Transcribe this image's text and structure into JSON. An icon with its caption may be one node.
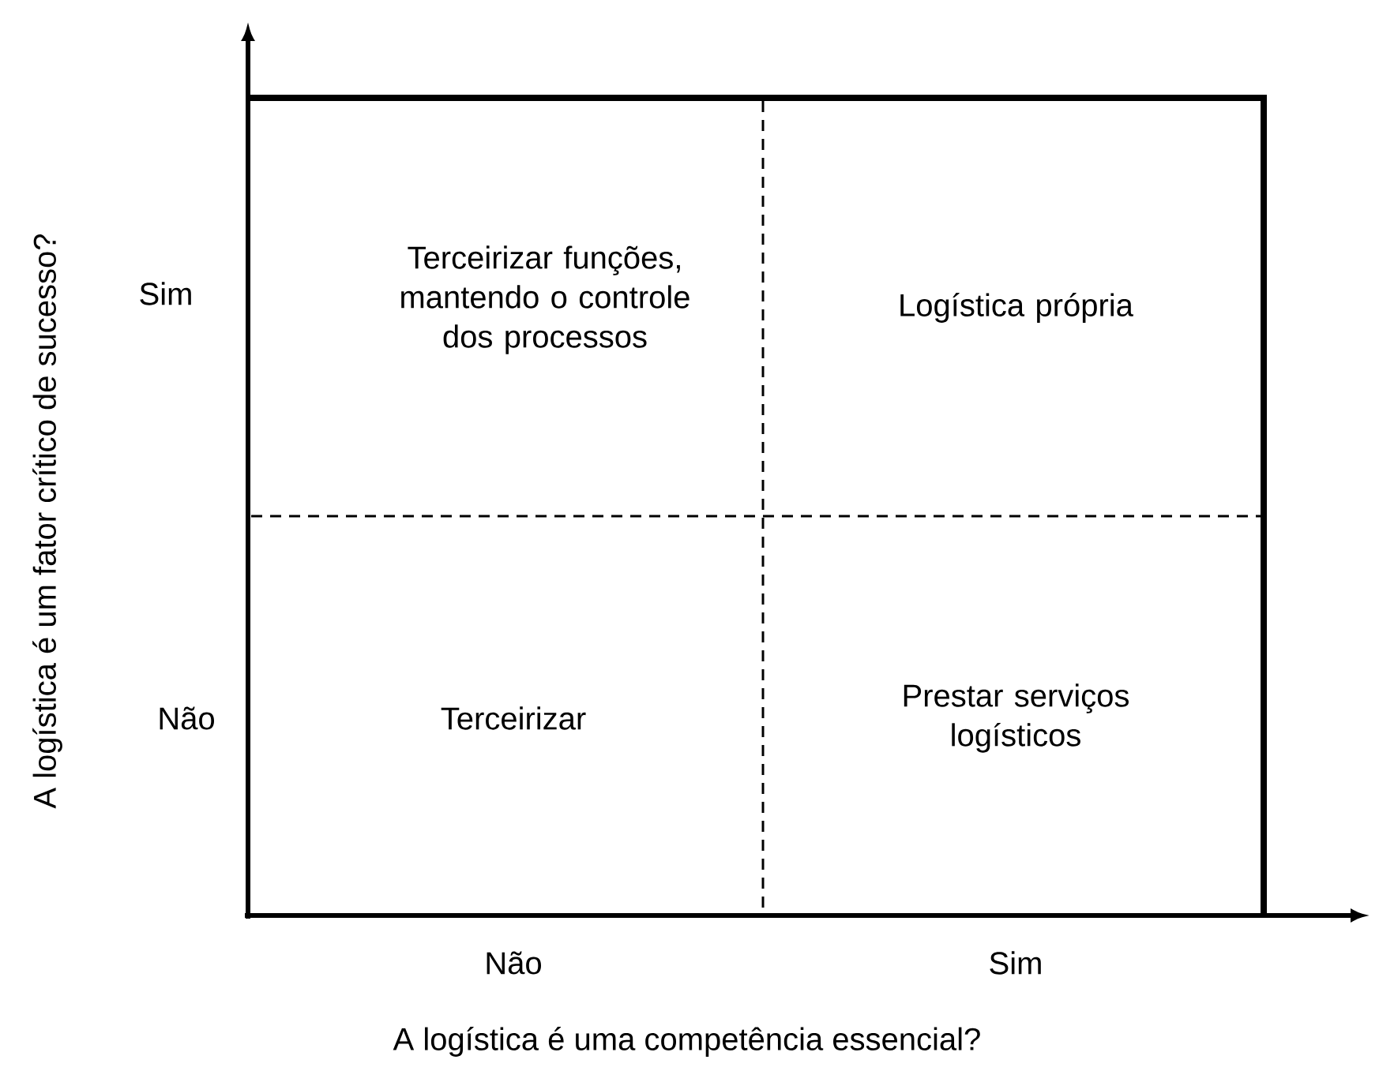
{
  "diagram": {
    "nodes": [
      {
        "text": [
          "Terceirizar funções, mantendo o controle dos processos"
        ]
      },
      {
        "text": [
          "Logística própria"
        ]
      },
      {
        "text": [
          "Terceirizar"
        ]
      },
      {
        "text": [
          "Prestar serviços logísticos"
        ]
      }
    ],
    "labels": [
      "A logística é um fator crítico de sucesso?",
      "Sim",
      "Não",
      "Não",
      "Sim",
      "A logística é uma competência essencial?"
    ]
  }
}
